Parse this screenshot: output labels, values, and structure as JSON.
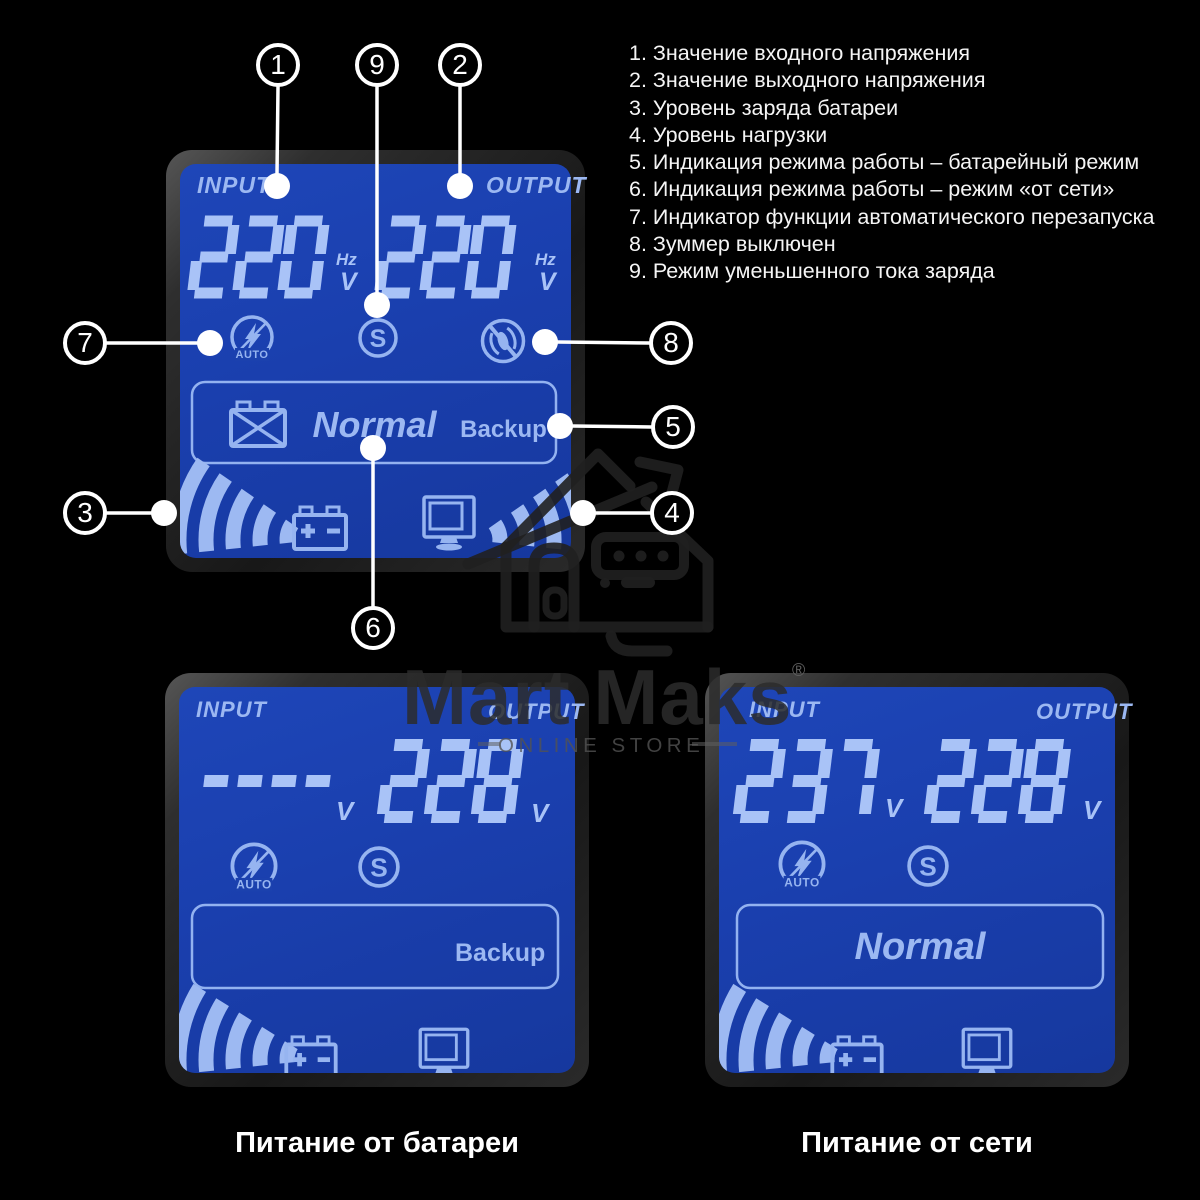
{
  "legend": {
    "items": [
      "1. Значение входного напряжения",
      "2. Значение выходного напряжения",
      "3. Уровень заряда батареи",
      "4. Уровень нагрузки",
      "5. Индикация режима работы – батарейный режим",
      "6. Индикация режима работы – режим «от сети»",
      "7. Индикатор функции автоматического перезапуска",
      "8. Зуммер выключен",
      "9. Режим уменьшенного тока заряда"
    ]
  },
  "callouts": {
    "n1": "1",
    "n2": "2",
    "n3": "3",
    "n4": "4",
    "n5": "5",
    "n6": "6",
    "n7": "7",
    "n8": "8",
    "n9": "9"
  },
  "panels": {
    "main": {
      "input_label": "INPUT",
      "output_label": "OUTPUT",
      "input_value": "220",
      "output_value": "220",
      "unit_hz": "Hz",
      "unit_v": "V",
      "auto_icon_label": "AUTO",
      "s_icon_label": "S",
      "mode_primary": "Normal",
      "mode_secondary": "Backup",
      "battery_level_bars": 5,
      "load_level_bars": 4
    },
    "battery_mode": {
      "input_label": "INPUT",
      "output_label": "OUTPUT",
      "input_value": "----",
      "output_value": "228",
      "unit_v": "V",
      "auto_icon_label": "AUTO",
      "s_icon_label": "S",
      "mode_primary": "Backup",
      "caption": "Питание от батареи",
      "battery_level_bars": 5,
      "load_level_bars": 0
    },
    "mains_mode": {
      "input_label": "INPUT",
      "output_label": "OUTPUT",
      "input_value": "237",
      "output_value": "228",
      "unit_v": "V",
      "auto_icon_label": "AUTO",
      "s_icon_label": "S",
      "mode_primary": "Normal",
      "caption": "Питание от сети",
      "battery_level_bars": 5,
      "load_level_bars": 0
    }
  },
  "watermark": {
    "brand": "Mart Maks",
    "registered": "®",
    "tagline": "ONLINE STORE"
  },
  "colors": {
    "screen_blue": "#1b41ae",
    "lcd_light": "#96b4f0",
    "lcd_digit": "#a9c3f7",
    "callout_white": "#ffffff"
  }
}
